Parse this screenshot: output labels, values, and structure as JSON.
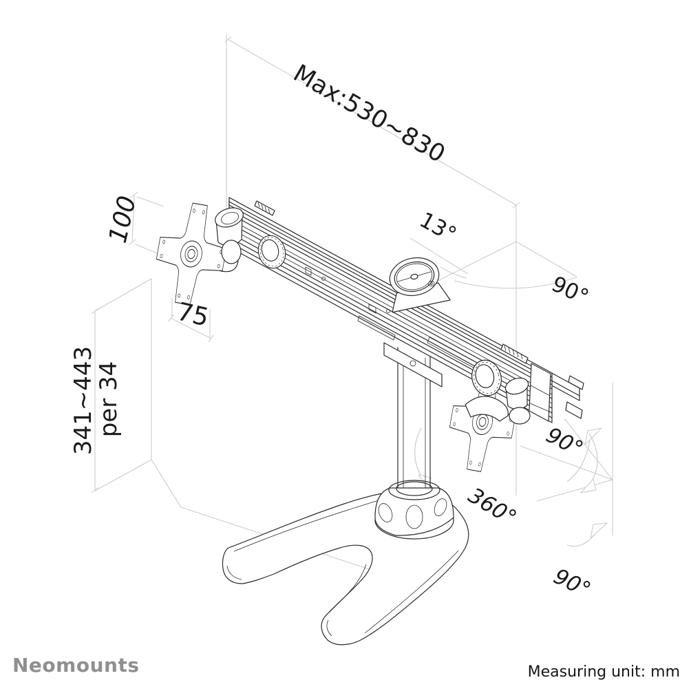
{
  "labels": {
    "max_width": "Max:530~830",
    "tilt_angle": "13°",
    "tilt_range": "90°",
    "vesa_height": "100",
    "vesa_width": "75",
    "height_range": "341~443",
    "height_step": "per 34",
    "monitor_pivot": "90°",
    "arm_swivel": "360°",
    "base_rotation": "90°"
  },
  "footer": {
    "brand": "Neomounts",
    "measuring_unit": "Measuring unit: mm"
  },
  "colors": {
    "ink": "#2a2a2a",
    "scaffold": "#cccccc",
    "arrow": "#d2d2d2",
    "label": "#1b1b1b",
    "brand": "#8f8f8f",
    "footer_text": "#161616",
    "background": "#ffffff"
  }
}
